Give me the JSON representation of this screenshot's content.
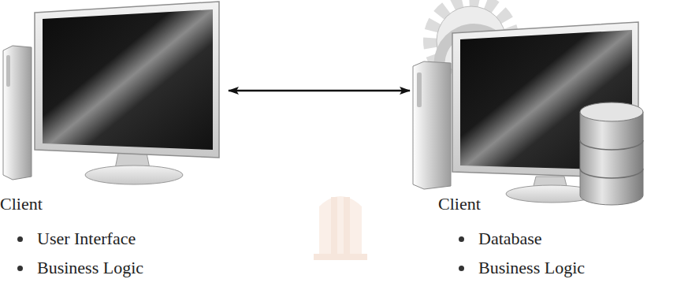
{
  "diagram": {
    "nodes": [
      {
        "text": [
          "Client",
          "User Interface",
          "Business Logic"
        ]
      },
      {
        "text": [
          "Client",
          "Database",
          "Business Logic"
        ]
      }
    ],
    "edges": [
      {
        "from": 0,
        "to": 1,
        "arrow": "both"
      }
    ]
  }
}
